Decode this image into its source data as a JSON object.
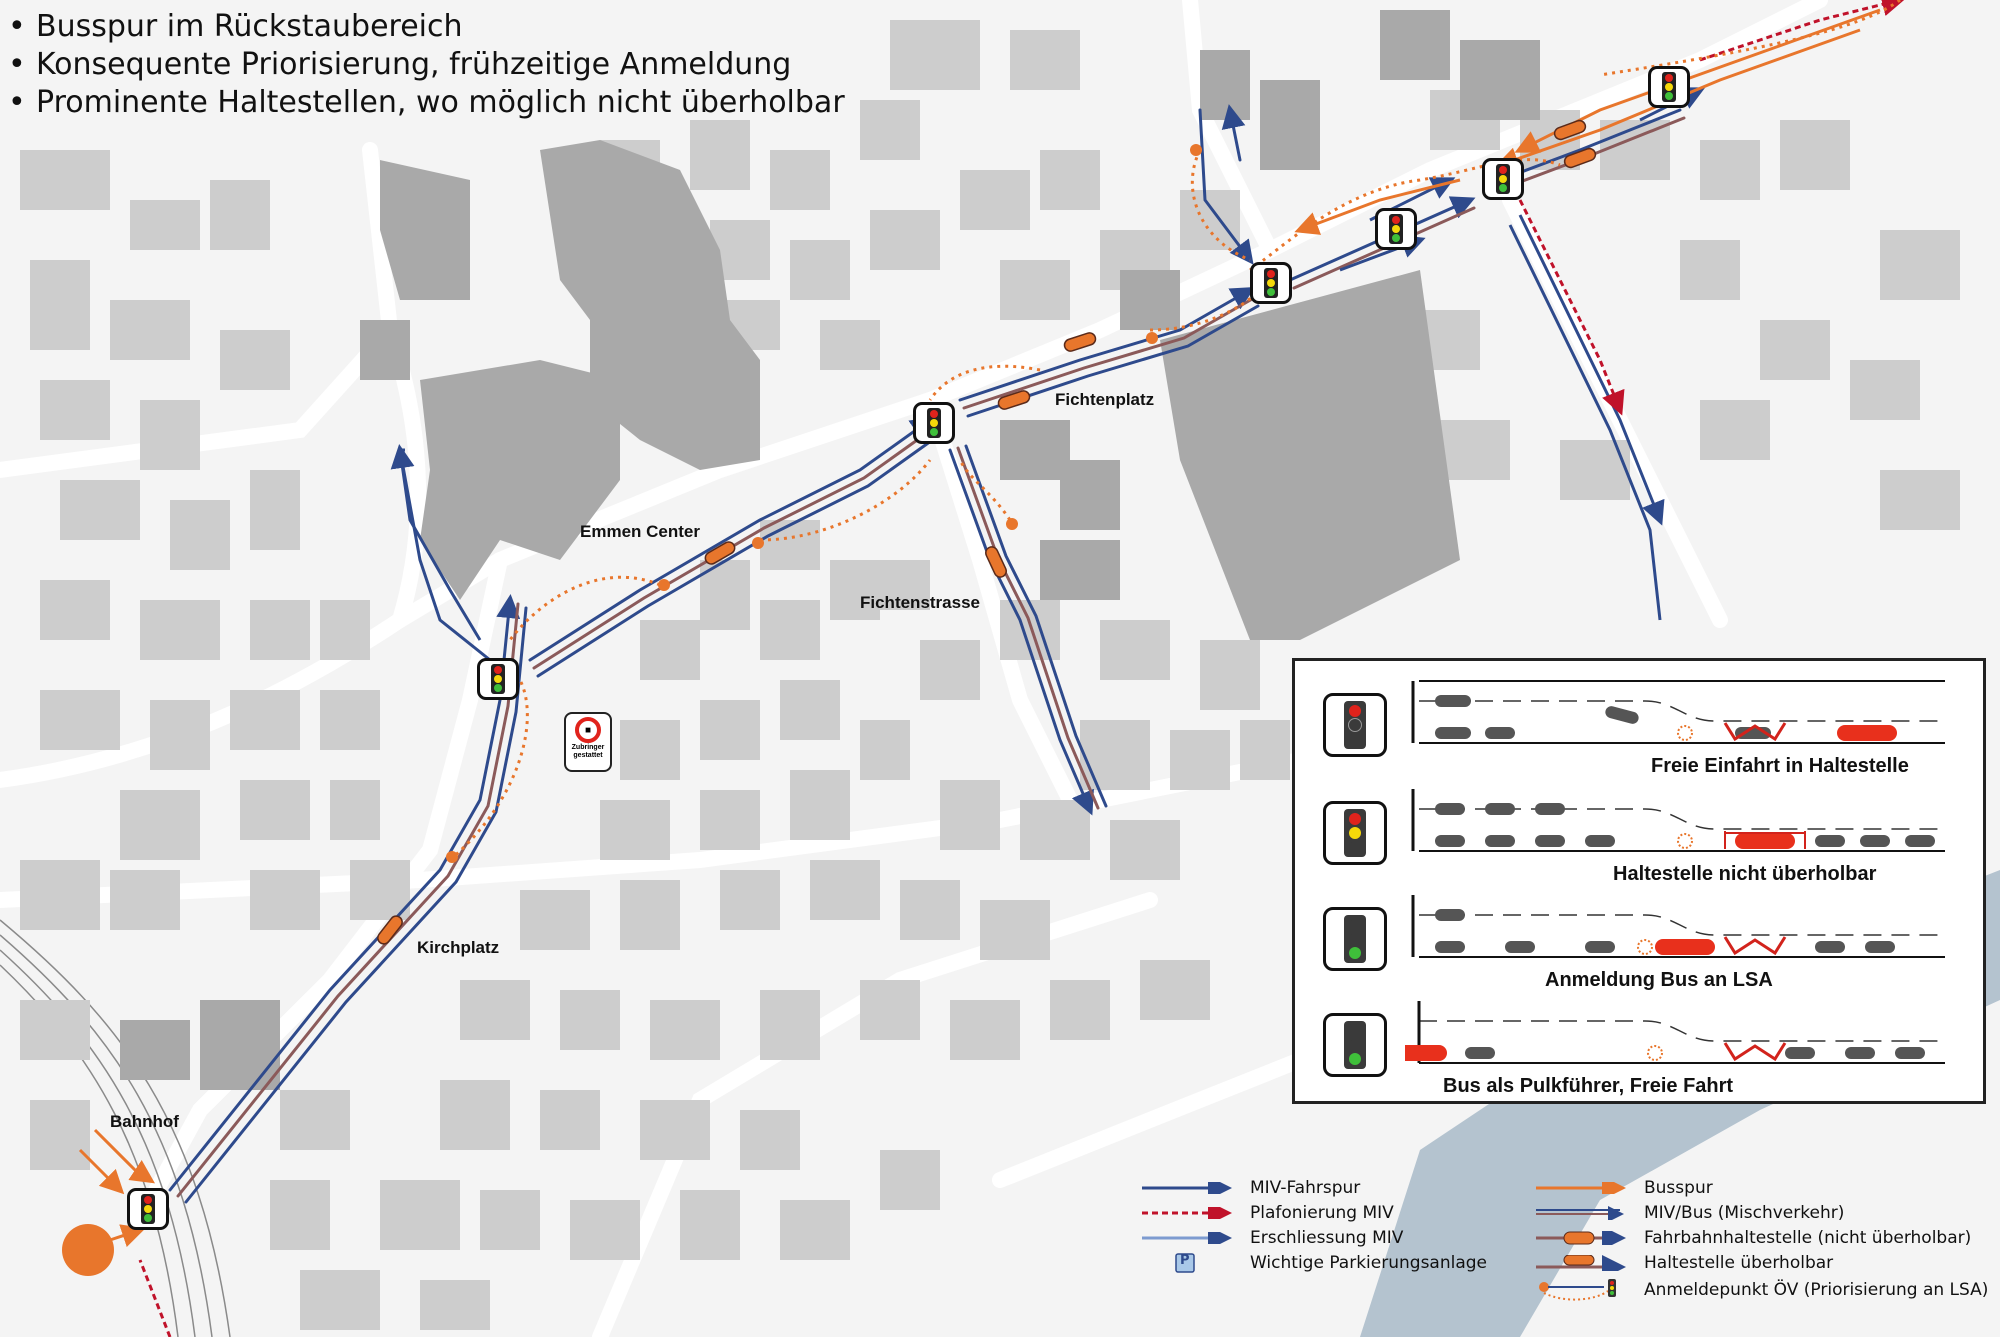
{
  "bullets": [
    "Busspur im Rückstaubereich",
    "Konsequente Priorisierung, frühzeitige Anmeldung",
    "Prominente Haltestellen, wo möglich nicht überholbar"
  ],
  "places": {
    "emmen_center": "Emmen Center",
    "fichtenplatz": "Fichtenplatz",
    "fichtenstrasse": "Fichtenstrasse",
    "kirchplatz": "Kirchplatz",
    "bahnhof": "Bahnhof"
  },
  "sign": {
    "text": "Zubringer gestattet"
  },
  "inset": {
    "rows": [
      {
        "caption": "Freie Einfahrt in Haltestelle",
        "lamp": "red"
      },
      {
        "caption": "Haltestelle nicht überholbar",
        "lamp": "red-yellow"
      },
      {
        "caption": "Anmeldung Bus an LSA",
        "lamp": "green"
      },
      {
        "caption": "Bus als Pulkführer, Freie Fahrt",
        "lamp": "green"
      }
    ]
  },
  "legend": {
    "left": [
      {
        "label": "MIV-Fahrspur",
        "symbol": "blue-arrow"
      },
      {
        "label": "Plafonierung MIV",
        "symbol": "red-dashed-arrow"
      },
      {
        "label": "Erschliessung MIV",
        "symbol": "lightblue-arrow"
      },
      {
        "label": "Wichtige Parkierungsanlage",
        "symbol": "parking-icon",
        "icon_text": "P"
      }
    ],
    "right": [
      {
        "label": "Busspur",
        "symbol": "orange-arrow"
      },
      {
        "label": "MIV/Bus (Mischverkehr)",
        "symbol": "mixed-arrow"
      },
      {
        "label": "Fahrbahnhaltestelle (nicht überholbar)",
        "symbol": "stop-inline"
      },
      {
        "label": "Haltestelle überholbar",
        "symbol": "stop-bay"
      },
      {
        "label": "Anmeldepunkt ÖV (Priorisierung an LSA)",
        "symbol": "registration-point"
      }
    ]
  },
  "colors": {
    "miv": "#2e4a8c",
    "bus": "#e8762c",
    "plafonierung": "#c0122a",
    "mixed": "#8b5a5a",
    "building": "#c8c8c8",
    "building_dark": "#a9a9a9"
  }
}
